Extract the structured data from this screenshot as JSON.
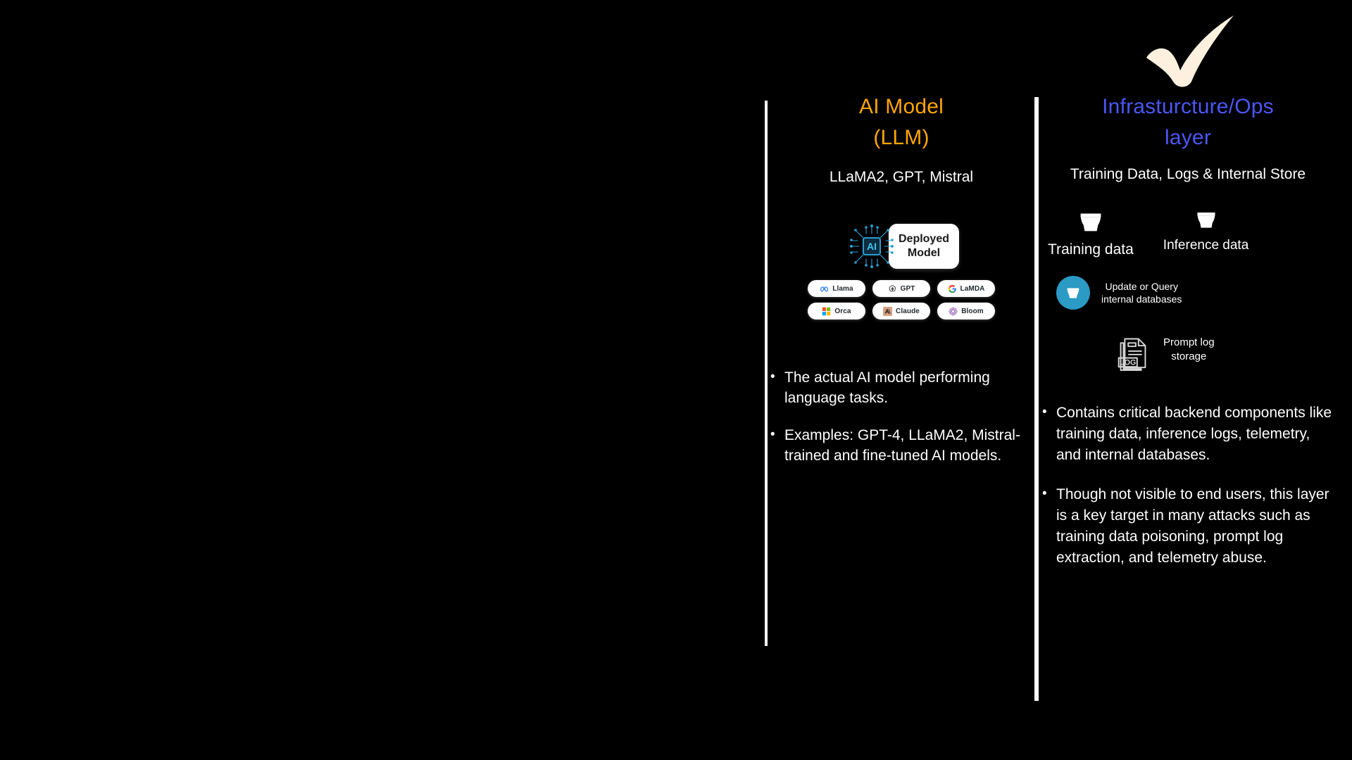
{
  "slide": {
    "background_color": "#000000",
    "checkmark_color": "#fdf0de"
  },
  "columns": {
    "model": {
      "title_line1": "AI Model",
      "title_line2": "(LLM)",
      "title_color": "#ffa500",
      "subtitle": "LLaMA2, GPT, Mistral",
      "deployed_card": {
        "line1": "Deployed",
        "line2": "Model",
        "chip_label": "AI"
      },
      "logos": [
        {
          "label": "Llama",
          "icon": "meta-logo-icon"
        },
        {
          "label": "GPT",
          "icon": "openai-logo-icon"
        },
        {
          "label": "LaMDA",
          "icon": "google-logo-icon"
        },
        {
          "label": "Orca",
          "icon": "microsoft-logo-icon"
        },
        {
          "label": "Claude",
          "icon": "anthropic-logo-icon"
        },
        {
          "label": "Bloom",
          "icon": "bloom-logo-icon"
        }
      ],
      "bullets": [
        "The actual AI model performing language tasks.",
        "Examples: GPT-4, LLaMA2, Mistral-trained and fine-tuned AI models."
      ]
    },
    "infra": {
      "title_line1": "Infrasturcture/Ops",
      "title_line2": "layer",
      "title_color": "#4b57f5",
      "subtitle": "Training Data, Logs & Internal Store",
      "buckets": [
        {
          "label": "Training data",
          "icon": "bucket-icon"
        },
        {
          "label": "Inference data",
          "icon": "bucket-icon"
        }
      ],
      "database": {
        "label_line1": "Update or Query",
        "label_line2": "internal databases",
        "circle_color": "#2b9ac4",
        "icon": "bucket-icon"
      },
      "log_storage": {
        "label_line1": "Prompt log",
        "label_line2": "storage",
        "badge_text": "LOG",
        "icon": "document-stack-icon"
      },
      "bullets": [
        "Contains critical backend components like training data, inference logs, telemetry, and internal databases.",
        "Though not visible to end users, this layer is a key target in many attacks such as training data poisoning, prompt log extraction, and telemetry abuse."
      ]
    }
  }
}
